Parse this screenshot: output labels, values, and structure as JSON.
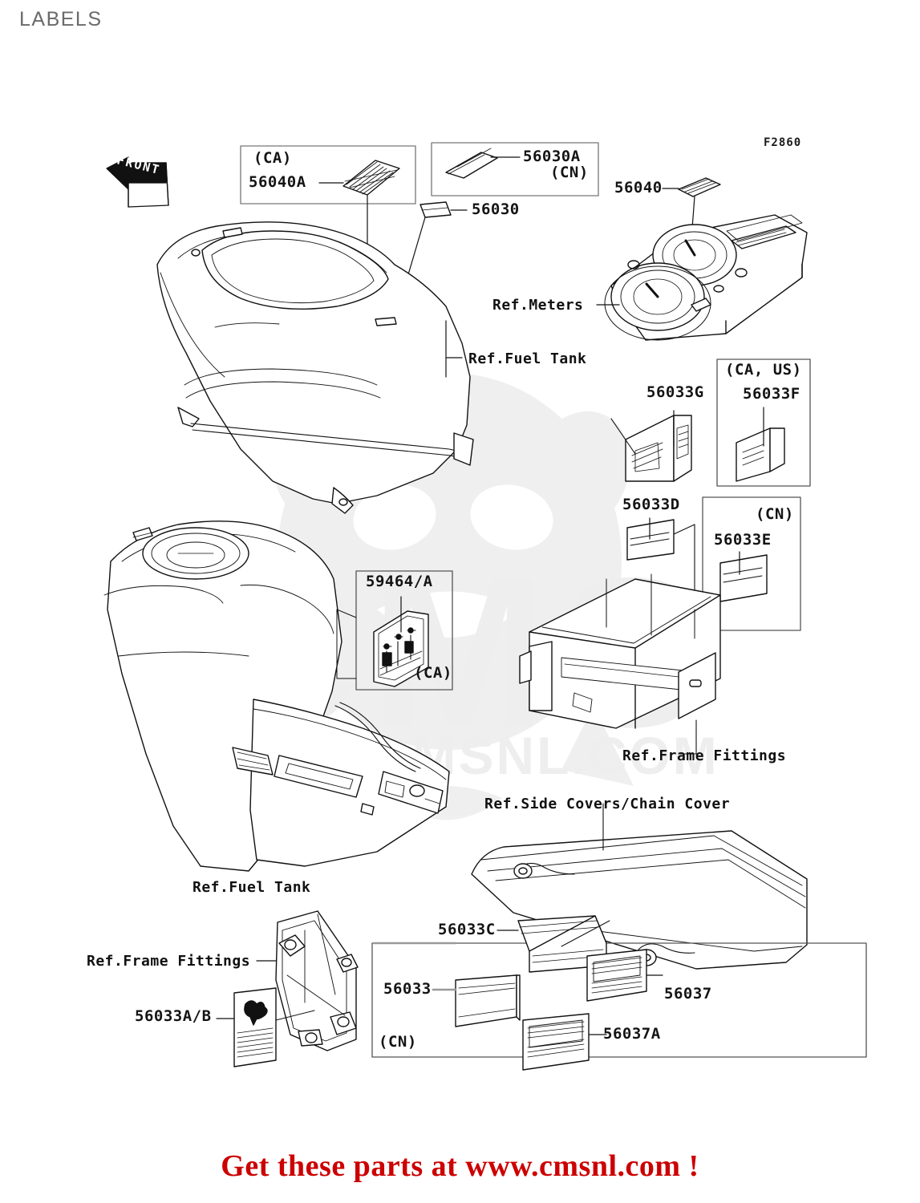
{
  "page": {
    "title": "LABELS",
    "diagram_code": "F2860",
    "footer_cta": "Get these parts at www.cmsnl.com !"
  },
  "watermark": {
    "brand": "CMS",
    "url": "WWW.CMSNL.COM"
  },
  "orientation_marker": {
    "label": "FRONT"
  },
  "colors": {
    "title_gray": "#6a6a6a",
    "line_black": "#111111",
    "footer_red": "#cc0000",
    "watermark_gray": "#ececec",
    "box_border": "#555555"
  },
  "boxes": [
    {
      "id": "box-56040a",
      "market": "(CA)",
      "part": "56040A"
    },
    {
      "id": "box-56030a",
      "market": "(CN)",
      "part": "56030A"
    },
    {
      "id": "box-56033f",
      "market": "(CA, US)",
      "part": "56033F"
    },
    {
      "id": "box-56033e",
      "market": "(CN)",
      "part": "56033E"
    },
    {
      "id": "box-59464a",
      "market": "(CA)",
      "part": "59464/A"
    },
    {
      "id": "box-bottom-cn",
      "market": "(CN)",
      "part": "56033"
    }
  ],
  "part_callouts": [
    {
      "id": "callout-56040a",
      "label": "56040A"
    },
    {
      "id": "callout-56030a",
      "label": "56030A"
    },
    {
      "id": "callout-56030",
      "label": "56030"
    },
    {
      "id": "callout-56040",
      "label": "56040"
    },
    {
      "id": "callout-56033g",
      "label": "56033G"
    },
    {
      "id": "callout-56033f",
      "label": "56033F"
    },
    {
      "id": "callout-56033d",
      "label": "56033D"
    },
    {
      "id": "callout-56033e",
      "label": "56033E"
    },
    {
      "id": "callout-59464a",
      "label": "59464/A"
    },
    {
      "id": "callout-56033c",
      "label": "56033C"
    },
    {
      "id": "callout-56033",
      "label": "56033"
    },
    {
      "id": "callout-56037",
      "label": "56037"
    },
    {
      "id": "callout-56037a",
      "label": "56037A"
    },
    {
      "id": "callout-56033ab",
      "label": "56033A/B"
    }
  ],
  "market_tags": [
    {
      "id": "tag-ca-56040a",
      "label": "(CA)"
    },
    {
      "id": "tag-cn-56030a",
      "label": "(CN)"
    },
    {
      "id": "tag-ca-us",
      "label": "(CA, US)"
    },
    {
      "id": "tag-cn-56033e",
      "label": "(CN)"
    },
    {
      "id": "tag-ca-59464a",
      "label": "(CA)"
    },
    {
      "id": "tag-cn-bottom",
      "label": "(CN)"
    }
  ],
  "reference_callouts": [
    {
      "id": "ref-meters",
      "label": "Ref.Meters"
    },
    {
      "id": "ref-fuel-tank-top",
      "label": "Ref.Fuel Tank"
    },
    {
      "id": "ref-frame-fittings-mid",
      "label": "Ref.Frame Fittings"
    },
    {
      "id": "ref-side-covers",
      "label": "Ref.Side Covers/Chain Cover"
    },
    {
      "id": "ref-fuel-tank-bottom",
      "label": "Ref.Fuel Tank"
    },
    {
      "id": "ref-frame-fittings-bottom",
      "label": "Ref.Frame Fittings"
    }
  ]
}
